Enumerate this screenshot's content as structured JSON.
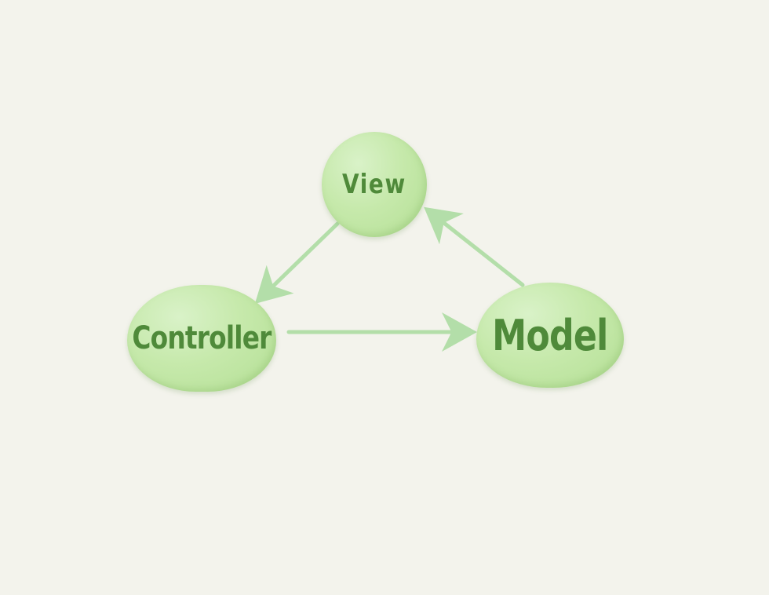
{
  "diagram": {
    "nodes": {
      "view": {
        "label": "View"
      },
      "controller": {
        "label": "Controller"
      },
      "model": {
        "label": "Model"
      }
    },
    "edges": [
      {
        "from": "view",
        "to": "controller"
      },
      {
        "from": "controller",
        "to": "model"
      },
      {
        "from": "model",
        "to": "view"
      }
    ],
    "colors": {
      "background": "#f3f3ec",
      "node_fill": "#c6e9ab",
      "label_text": "#4f8a3a",
      "arrow": "#b3dea9"
    }
  }
}
